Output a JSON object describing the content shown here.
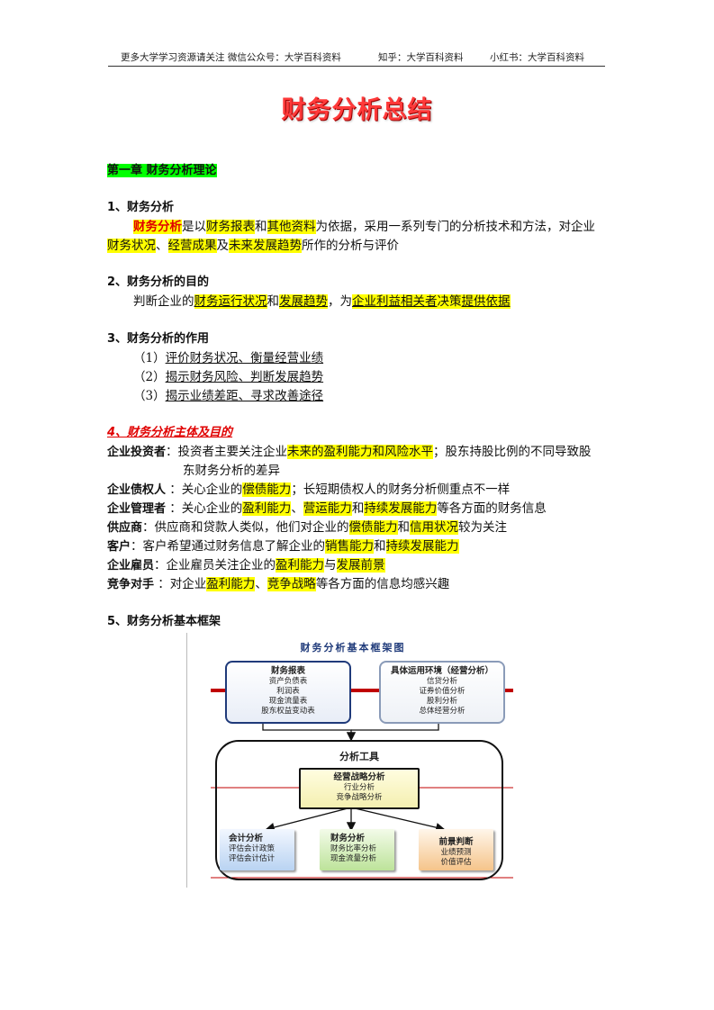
{
  "header": {
    "part1": "更多大学学习资源请关注 微信公众号：大学百科资料",
    "part2": "知乎：大学百科资料",
    "part3": "小红书：大学百科资料"
  },
  "title": "财务分析总结",
  "chapter": "第一章   财务分析理论",
  "s1": {
    "heading": "1、财务分析",
    "l1": [
      "财务分析",
      "是以",
      "财务报表",
      "和",
      "其他资料",
      "为依据，采用一系列专门的分析技术和方法，对企业"
    ],
    "l2": [
      "财务状况",
      "、",
      "经营成果",
      "及",
      "未来发展趋势",
      "所作的分析与评价"
    ]
  },
  "s2": {
    "heading": "2、财务分析的目的",
    "l1": [
      "判断企业的",
      "财务运行状况",
      "和",
      "发展趋势",
      "，为",
      "企业利益相关者",
      "决策",
      "提供依据"
    ]
  },
  "s3": {
    "heading": "3、财务分析的作用",
    "items": [
      {
        "num": "（1）",
        "text": "评价财务状况、衡量经营业绩"
      },
      {
        "num": "（2）",
        "text": "揭示财务风险、判断发展趋势"
      },
      {
        "num": "（3）",
        "text": "揭示业绩差距、寻求改善途径"
      }
    ]
  },
  "s4": {
    "heading": "4、财务分析主体及目的",
    "investor": [
      "企业投资者",
      "：投资者主要关注企业",
      "未来的盈利能力和风险水平",
      "；股东持股比例的不同导致股"
    ],
    "investor2": "东财务分析的差异",
    "creditor": [
      "企业债权人",
      " ：关心企业的",
      "偿债能力",
      "；长短期债权人的财务分析侧重点不一样"
    ],
    "manager": [
      "企业管理者",
      " ：关心企业的",
      "盈利能力",
      "、",
      "营运能力",
      "和",
      "持续发展能力",
      "等各方面的财务信息"
    ],
    "supplier": [
      "供应商",
      "：供应商和贷款人类似，他们对企业的",
      "偿债能力",
      "和",
      "信用状况",
      "较为关注"
    ],
    "customer": [
      "客户",
      "：客户希望通过财务信息了解企业的",
      "销售能力",
      "和",
      "持续发展能力"
    ],
    "employee": [
      "企业雇员",
      "：企业雇员关注企业的",
      "盈利能力",
      "与",
      "发展前景"
    ],
    "competitor": [
      "竞争对手",
      " ：对企业",
      "盈利能力",
      "、",
      "竞争战略",
      "等各方面的信息均感兴趣"
    ]
  },
  "s5": {
    "heading": "5、财务分析基本框架"
  },
  "diagram": {
    "title": "财务分析基本框架图",
    "reports": {
      "title": "财务报表",
      "items": [
        "资产负债表",
        "利润表",
        "现金流量表",
        "股东权益变动表"
      ]
    },
    "environment": {
      "title": "具体运用环境（经营分析）",
      "items": [
        "信贷分析",
        "证券价值分析",
        "股利分析",
        "总体经营分析"
      ]
    },
    "tools": "分析工具",
    "strategy": {
      "title": "经营战略分析",
      "items": [
        "行业分析",
        "竞争战略分析"
      ]
    },
    "accounting": {
      "title": "会计分析",
      "items": [
        "评估会计政策",
        "评估会计估计"
      ]
    },
    "financial": {
      "title": "财务分析",
      "items": [
        "财务比率分析",
        "现金流量分析"
      ]
    },
    "prospect": {
      "title": "前景判断",
      "items": [
        "业绩预测",
        "价值评估"
      ]
    }
  }
}
